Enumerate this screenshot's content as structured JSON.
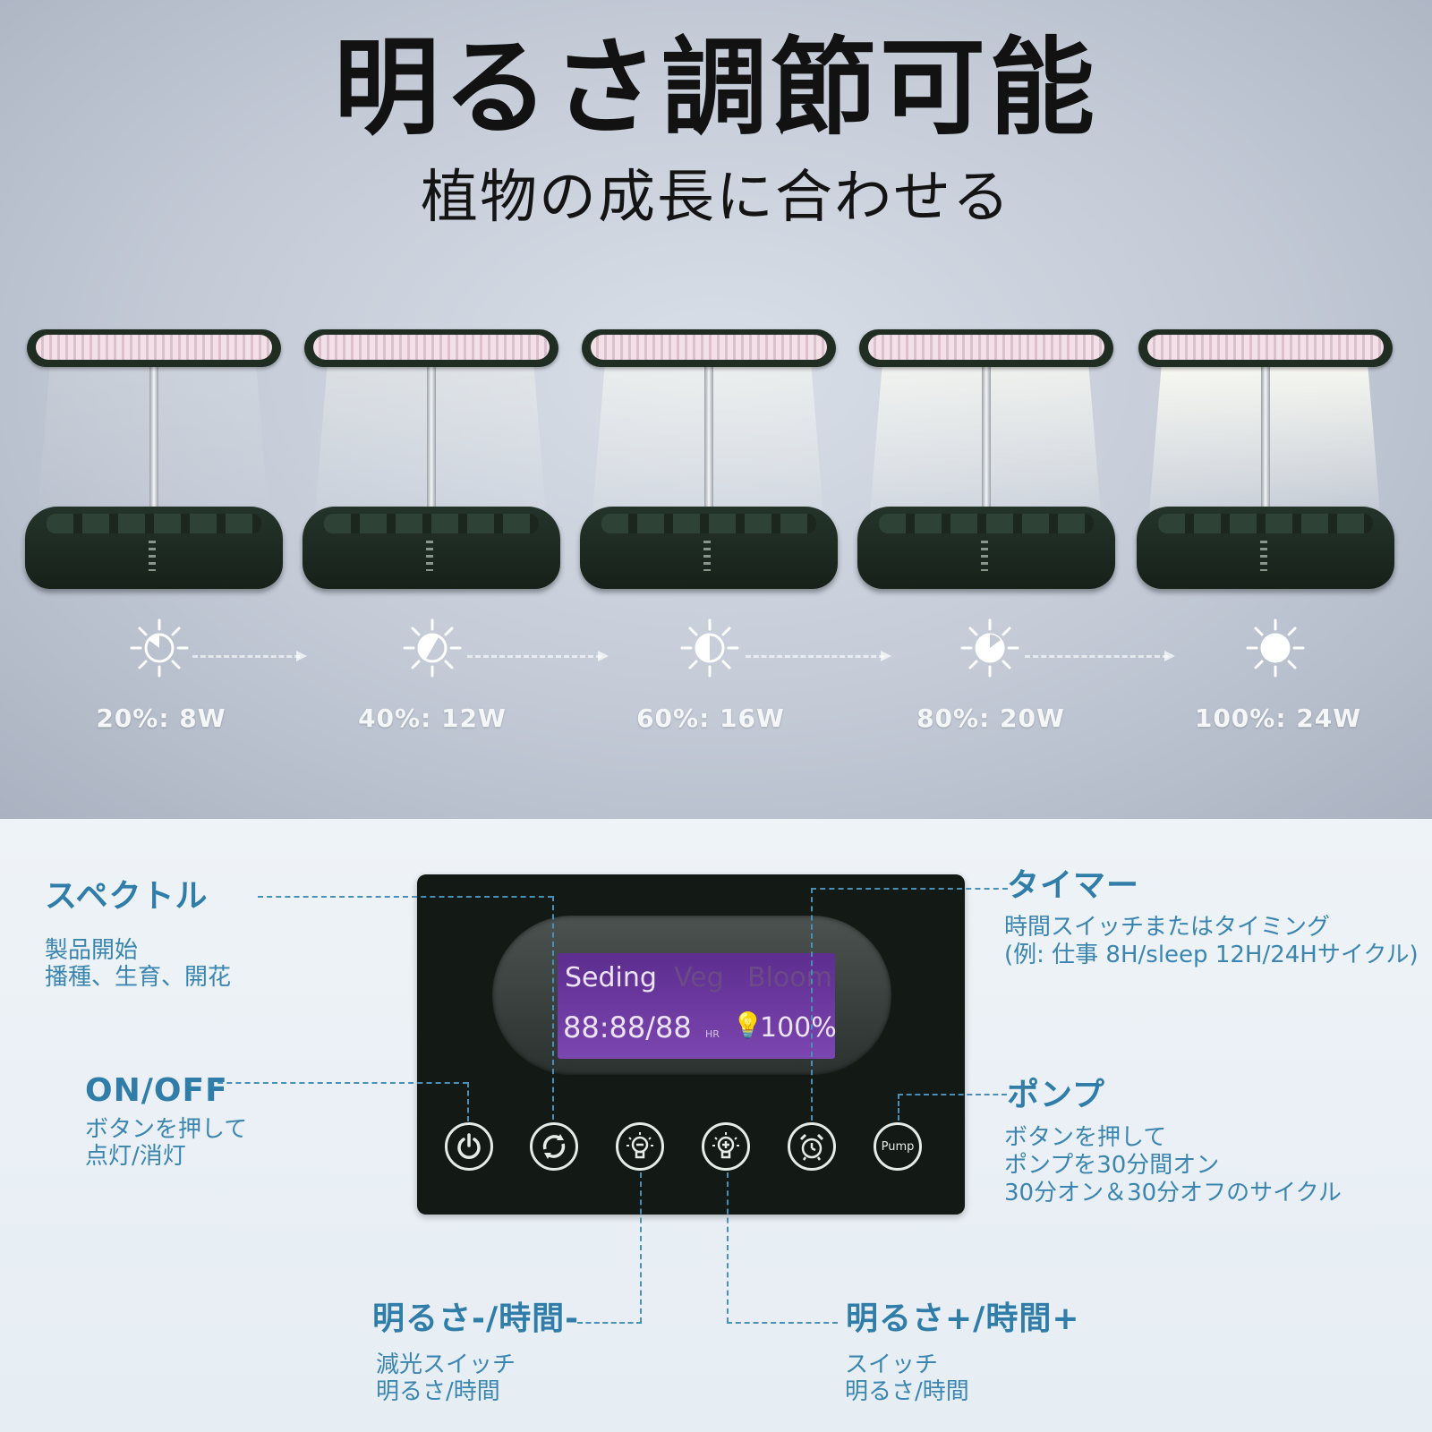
{
  "header": {
    "title": "明るさ調節可能",
    "subtitle": "植物の成長に合わせる"
  },
  "brightness_levels": [
    {
      "label": "20%: 8W",
      "fraction": 0.2
    },
    {
      "label": "40%: 12W",
      "fraction": 0.4
    },
    {
      "label": "60%: 16W",
      "fraction": 0.6
    },
    {
      "label": "80%: 20W",
      "fraction": 0.8
    },
    {
      "label": "100%: 24W",
      "fraction": 1.0
    }
  ],
  "display": {
    "mode_seeding": "Seding",
    "mode_veg": "Veg",
    "mode_bloom": "Bloom",
    "time": "88:88/88",
    "hr": "HR",
    "percent": "100%"
  },
  "buttons": {
    "pump": "Pump"
  },
  "callouts": {
    "spectrum": {
      "title": "スペクトル",
      "line1": "製品開始",
      "line2": "播種、生育、開花"
    },
    "onoff": {
      "title": "ON/OFF",
      "line1": "ボタンを押して",
      "line2": "点灯/消灯"
    },
    "timer": {
      "title": "タイマー",
      "line1": "時間スイッチまたはタイミング",
      "line2": "(例: 仕事 8H/sleep 12H/24Hサイクル)"
    },
    "pump": {
      "title": "ポンプ",
      "line1": "ボタンを押して",
      "line2": "ポンプを30分間オン",
      "line3": "30分オン＆30分オフのサイクル"
    },
    "bright_minus": {
      "title": "明るさ-/時間-",
      "line1": "減光スイッチ",
      "line2": "明るさ/時間"
    },
    "bright_plus": {
      "title": "明るさ+/時間+",
      "line1": "スイッチ",
      "line2": "明るさ/時間"
    }
  },
  "colors": {
    "callout": "#2f7da8",
    "device": "#131a15",
    "lcd": "#6a38a0"
  }
}
